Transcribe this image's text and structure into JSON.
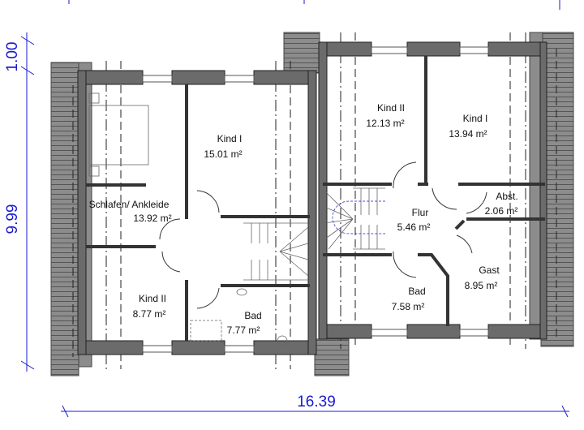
{
  "dimensions": {
    "roof_overhang": "1.00",
    "depth": "9.99",
    "width": "16.39"
  },
  "rooms_left": [
    {
      "name": "Kind I",
      "area": "15.01 m²"
    },
    {
      "name": "Schlafen/ Ankleide",
      "area": "13.92 m²"
    },
    {
      "name": "Kind II",
      "area": "8.77 m²"
    },
    {
      "name": "Bad",
      "area": "7.77 m²"
    }
  ],
  "rooms_right": [
    {
      "name": "Kind II",
      "area": "12.13 m²"
    },
    {
      "name": "Kind I",
      "area": "13.94 m²"
    },
    {
      "name": "Flur",
      "area": "5.46 m²"
    },
    {
      "name": "Abst.",
      "area": "2.06 m²"
    },
    {
      "name": "Gast",
      "area": "8.95 m²"
    },
    {
      "name": "Bad",
      "area": "7.58 m²"
    }
  ],
  "colors": {
    "dimension": "#1a1ad0",
    "wall": "#6b6b6b",
    "roof": "#8c8c8c"
  }
}
